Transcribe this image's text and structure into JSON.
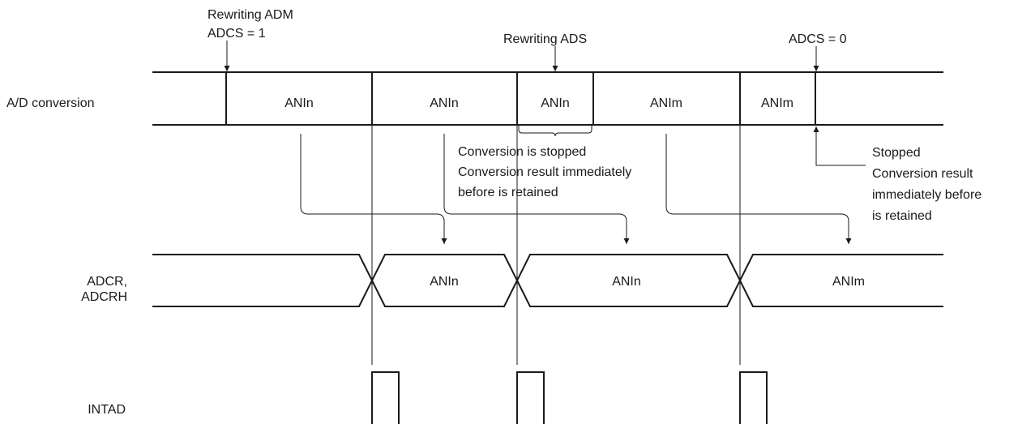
{
  "rows": {
    "ad_conversion": "A/D conversion",
    "adcr_line1": "ADCR,",
    "adcr_line2": "ADCRH",
    "intad": "INTAD"
  },
  "events": {
    "rewriting_adm_line1": "Rewriting ADM",
    "rewriting_adm_line2": "ADCS = 1",
    "rewriting_ads": "Rewriting ADS",
    "adcs_zero": "ADCS = 0"
  },
  "ad_cells": [
    "ANIn",
    "ANIn",
    "ANIn",
    "ANIm",
    "ANIm"
  ],
  "adcr_cells": [
    "ANIn",
    "ANIn",
    "ANIm"
  ],
  "notes": {
    "stopped_mid": {
      "line1": "Conversion is stopped",
      "line2": "Conversion result immediately",
      "line3": "before is retained"
    },
    "stopped_end": {
      "line1": "Stopped",
      "line2": "Conversion result",
      "line3": "immediately before",
      "line4": "is retained"
    }
  }
}
